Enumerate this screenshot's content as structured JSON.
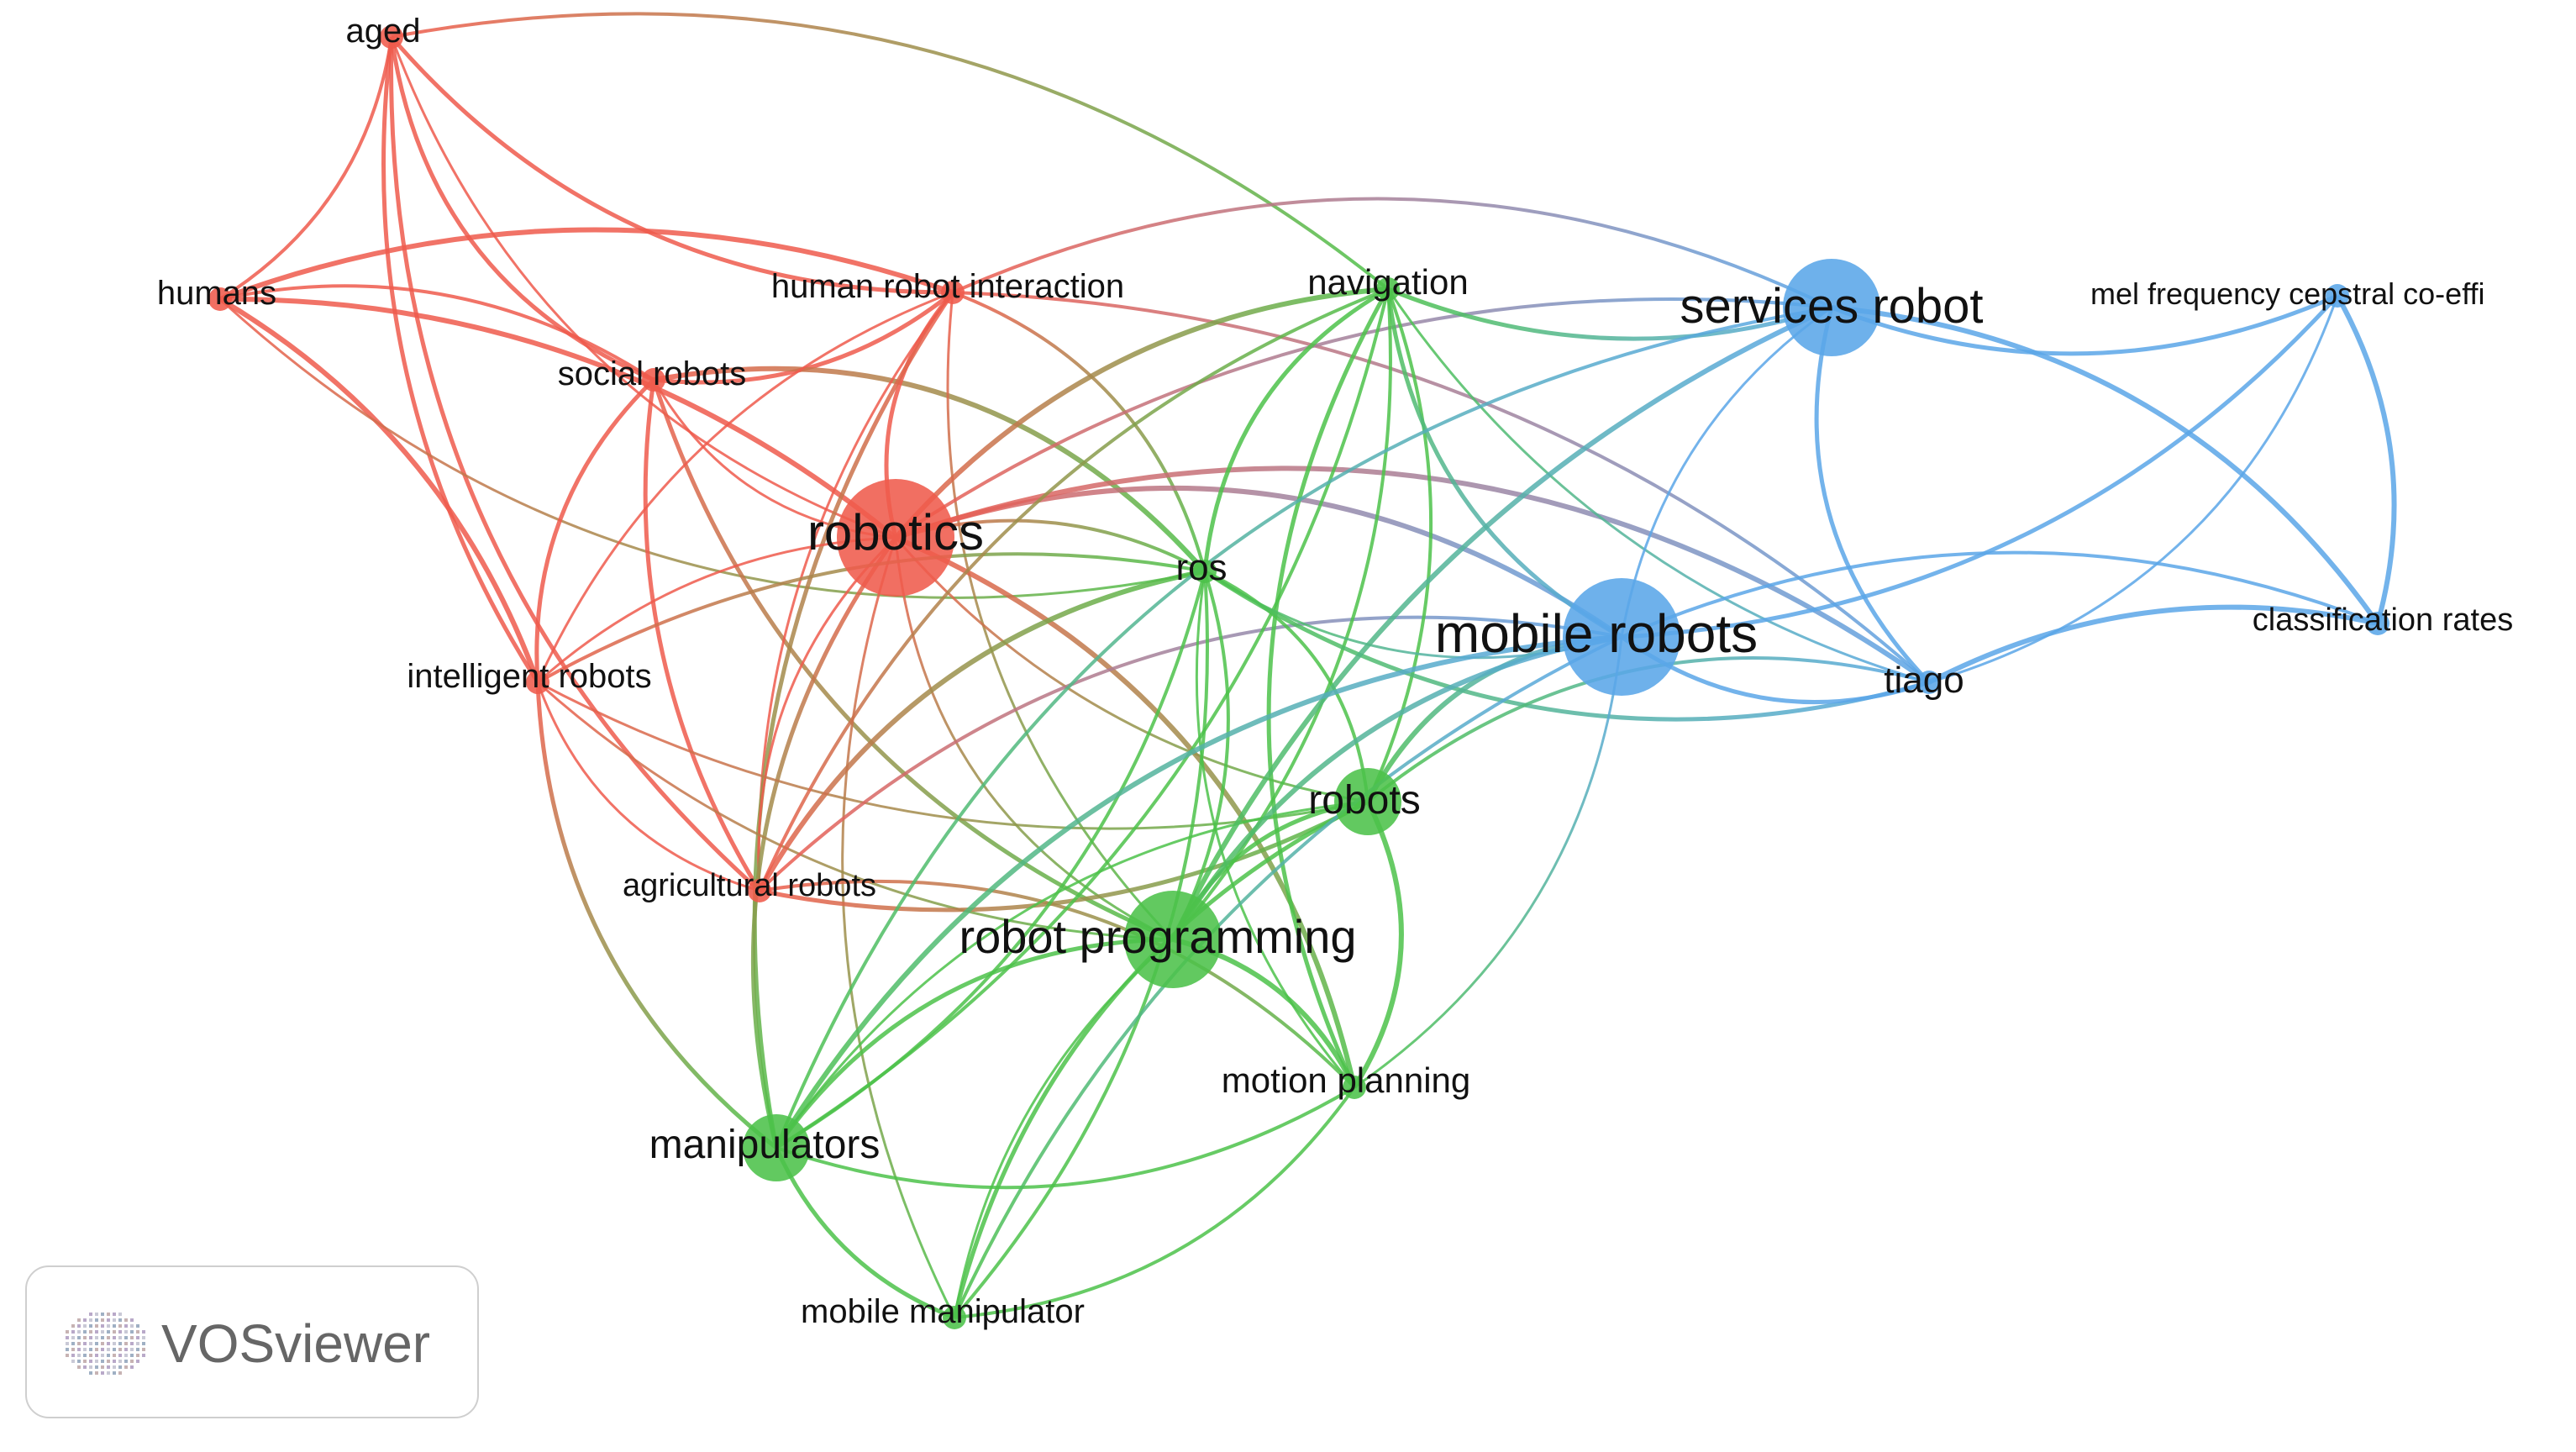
{
  "chart_data": {
    "type": "network",
    "clusters": [
      {
        "id": 1,
        "color": "#ef5b4c"
      },
      {
        "id": 2,
        "color": "#4cc24a"
      },
      {
        "id": 3,
        "color": "#5aa6e8"
      }
    ],
    "nodes": [
      {
        "id": "aged",
        "label": "aged",
        "cluster": 1,
        "size": "small"
      },
      {
        "id": "humans",
        "label": "humans",
        "cluster": 1,
        "size": "small"
      },
      {
        "id": "hri",
        "label": "human robot interaction",
        "cluster": 1,
        "size": "small"
      },
      {
        "id": "social",
        "label": "social robots",
        "cluster": 1,
        "size": "small"
      },
      {
        "id": "robotics",
        "label": "robotics",
        "cluster": 1,
        "size": "xlarge"
      },
      {
        "id": "intelligent",
        "label": "intelligent robots",
        "cluster": 1,
        "size": "small"
      },
      {
        "id": "agri",
        "label": "agricultural robots",
        "cluster": 1,
        "size": "small"
      },
      {
        "id": "navigation",
        "label": "navigation",
        "cluster": 2,
        "size": "small"
      },
      {
        "id": "ros",
        "label": "ros",
        "cluster": 2,
        "size": "small"
      },
      {
        "id": "robots",
        "label": "robots",
        "cluster": 2,
        "size": "medium"
      },
      {
        "id": "robprog",
        "label": "robot programming",
        "cluster": 2,
        "size": "large"
      },
      {
        "id": "motion",
        "label": "motion planning",
        "cluster": 2,
        "size": "small"
      },
      {
        "id": "manip",
        "label": "manipulators",
        "cluster": 2,
        "size": "medium"
      },
      {
        "id": "mobmanip",
        "label": "mobile manipulator",
        "cluster": 2,
        "size": "small"
      },
      {
        "id": "services",
        "label": "services robot",
        "cluster": 3,
        "size": "large"
      },
      {
        "id": "mobile",
        "label": "mobile robots",
        "cluster": 3,
        "size": "xlarge"
      },
      {
        "id": "tiago",
        "label": "tiago",
        "cluster": 3,
        "size": "small"
      },
      {
        "id": "melfreq",
        "label": "mel frequency cepstral co-effi",
        "cluster": 3,
        "size": "small"
      },
      {
        "id": "classrates",
        "label": "classification rates",
        "cluster": 3,
        "size": "small"
      }
    ],
    "links": [
      [
        "aged",
        "humans"
      ],
      [
        "aged",
        "social"
      ],
      [
        "aged",
        "robotics"
      ],
      [
        "aged",
        "hri"
      ],
      [
        "aged",
        "intelligent"
      ],
      [
        "aged",
        "agri"
      ],
      [
        "aged",
        "navigation"
      ],
      [
        "humans",
        "social"
      ],
      [
        "humans",
        "robotics"
      ],
      [
        "humans",
        "hri"
      ],
      [
        "humans",
        "intelligent"
      ],
      [
        "humans",
        "ros"
      ],
      [
        "social",
        "robotics"
      ],
      [
        "social",
        "hri"
      ],
      [
        "social",
        "intelligent"
      ],
      [
        "social",
        "agri"
      ],
      [
        "social",
        "ros"
      ],
      [
        "social",
        "robprog"
      ],
      [
        "hri",
        "robotics"
      ],
      [
        "hri",
        "intelligent"
      ],
      [
        "hri",
        "agri"
      ],
      [
        "hri",
        "ros"
      ],
      [
        "hri",
        "robprog"
      ],
      [
        "hri",
        "manip"
      ],
      [
        "hri",
        "services"
      ],
      [
        "hri",
        "tiago"
      ],
      [
        "robotics",
        "intelligent"
      ],
      [
        "robotics",
        "agri"
      ],
      [
        "robotics",
        "navigation"
      ],
      [
        "robotics",
        "ros"
      ],
      [
        "robotics",
        "robots"
      ],
      [
        "robotics",
        "robprog"
      ],
      [
        "robotics",
        "motion"
      ],
      [
        "robotics",
        "manip"
      ],
      [
        "robotics",
        "mobmanip"
      ],
      [
        "robotics",
        "services"
      ],
      [
        "robotics",
        "mobile"
      ],
      [
        "robotics",
        "tiago"
      ],
      [
        "intelligent",
        "agri"
      ],
      [
        "intelligent",
        "ros"
      ],
      [
        "intelligent",
        "robots"
      ],
      [
        "intelligent",
        "manip"
      ],
      [
        "intelligent",
        "robprog"
      ],
      [
        "agri",
        "ros"
      ],
      [
        "agri",
        "navigation"
      ],
      [
        "agri",
        "robots"
      ],
      [
        "agri",
        "mobile"
      ],
      [
        "agri",
        "motion"
      ],
      [
        "navigation",
        "ros"
      ],
      [
        "navigation",
        "robots"
      ],
      [
        "navigation",
        "robprog"
      ],
      [
        "navigation",
        "motion"
      ],
      [
        "navigation",
        "manip"
      ],
      [
        "navigation",
        "services"
      ],
      [
        "navigation",
        "mobile"
      ],
      [
        "navigation",
        "tiago"
      ],
      [
        "ros",
        "robots"
      ],
      [
        "ros",
        "robprog"
      ],
      [
        "ros",
        "motion"
      ],
      [
        "ros",
        "manip"
      ],
      [
        "ros",
        "mobmanip"
      ],
      [
        "ros",
        "mobile"
      ],
      [
        "ros",
        "tiago"
      ],
      [
        "robots",
        "robprog"
      ],
      [
        "robots",
        "motion"
      ],
      [
        "robots",
        "manip"
      ],
      [
        "robots",
        "mobmanip"
      ],
      [
        "robots",
        "mobile"
      ],
      [
        "robots",
        "tiago"
      ],
      [
        "robprog",
        "motion"
      ],
      [
        "robprog",
        "manip"
      ],
      [
        "robprog",
        "mobmanip"
      ],
      [
        "robprog",
        "mobile"
      ],
      [
        "robprog",
        "services"
      ],
      [
        "motion",
        "manip"
      ],
      [
        "motion",
        "mobmanip"
      ],
      [
        "motion",
        "mobile"
      ],
      [
        "manip",
        "mobmanip"
      ],
      [
        "manip",
        "mobile"
      ],
      [
        "manip",
        "services"
      ],
      [
        "mobmanip",
        "mobile"
      ],
      [
        "services",
        "mobile"
      ],
      [
        "services",
        "tiago"
      ],
      [
        "services",
        "melfreq"
      ],
      [
        "services",
        "classrates"
      ],
      [
        "mobile",
        "tiago"
      ],
      [
        "mobile",
        "melfreq"
      ],
      [
        "mobile",
        "classrates"
      ],
      [
        "tiago",
        "melfreq"
      ],
      [
        "tiago",
        "classrates"
      ],
      [
        "melfreq",
        "classrates"
      ]
    ]
  },
  "logo": {
    "text": "VOSviewer"
  }
}
